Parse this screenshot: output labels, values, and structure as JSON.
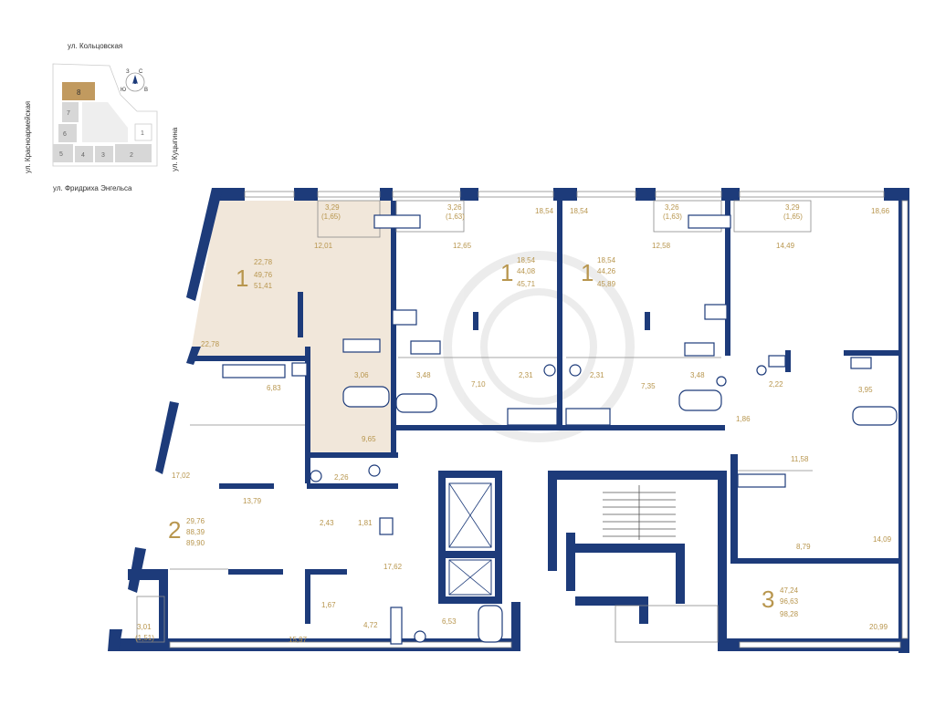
{
  "colors": {
    "wall": "#1d3b7a",
    "label": "#b8964e",
    "highlight": "#f1e7da",
    "sectionActive": "#c19a5f",
    "sectionBlock": "#d7d7d7"
  },
  "keyplan": {
    "streets": {
      "north": "ул. Кольцовская",
      "west": "ул. Красноармейская",
      "south": "ул. Фридриха Энгельса",
      "east": "ул. Куцыгина"
    },
    "sections": [
      "8",
      "7",
      "6",
      "5",
      "4",
      "3",
      "2",
      "1"
    ],
    "compass": {
      "n": "С",
      "e": "В",
      "s": "Ю",
      "w": "З"
    }
  },
  "apartments": [
    {
      "rooms": "1",
      "living": "22,78",
      "total": "49,76",
      "full": "51,41"
    },
    {
      "rooms": "1",
      "living": "18,54",
      "total": "44,08",
      "full": "45,71"
    },
    {
      "rooms": "1",
      "living": "18,54",
      "total": "44,26",
      "full": "45,89"
    },
    {
      "rooms": "2",
      "living": "29,76",
      "total": "88,39",
      "full": "89,90"
    },
    {
      "rooms": "3",
      "living": "47,24",
      "total": "96,63",
      "full": "98,28"
    }
  ],
  "room_areas": {
    "a1": "3,29",
    "a1b": "(1,65)",
    "a2": "12,01",
    "a3": "22,78",
    "a4": "3,06",
    "a5": "9,65",
    "a6": "2,26",
    "b1": "3,26",
    "b1b": "(1,63)",
    "b2": "12,65",
    "b3": "18,54",
    "b4": "3,48",
    "b5": "7,10",
    "b6": "2,31",
    "c1": "18,54",
    "c2": "3,26",
    "c2b": "(1,63)",
    "c3": "12,58",
    "c4": "2,31",
    "c5": "7,35",
    "c6": "3,48",
    "d1": "3,29",
    "d1b": "(1,65)",
    "d2": "14,49",
    "d3": "18,66",
    "d4": "2,22",
    "d5": "3,95",
    "d6": "1,86",
    "d7": "11,58",
    "d8": "8,79",
    "d9": "14,09",
    "d10": "20,99",
    "e1": "6,83",
    "e2": "17,02",
    "e3": "13,79",
    "e4": "2,43",
    "e5": "1,81",
    "e6": "17,62",
    "e7": "1,67",
    "e8": "4,72",
    "e9": "6,53",
    "e10": "15,97",
    "e11": "3,01",
    "e11b": "(1,51)"
  }
}
